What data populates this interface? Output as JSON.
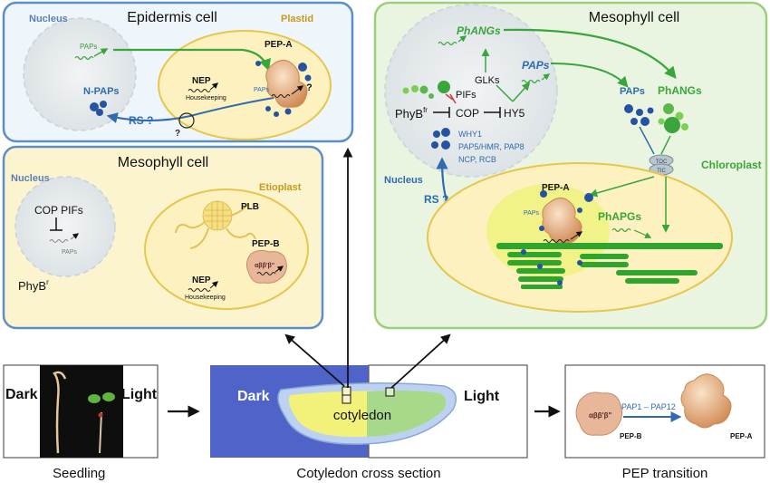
{
  "epidermis": {
    "title": "Epidermis cell",
    "nucleus": "Nucleus",
    "plastid": "Plastid",
    "paps": "PAPs",
    "npaps": "N-PAPs",
    "nep": "NEP",
    "housekeeping": "Housekeeping",
    "paps_inner": "PAPs",
    "pepa": "PEP-A",
    "rs": "RS ?",
    "q1": "?",
    "q2": "?"
  },
  "mesodark": {
    "title": "Mesophyll cell",
    "nucleus": "Nucleus",
    "etioplast": "Etioplast",
    "cop_pifs": "COP PIFs",
    "paps": "PAPs",
    "phyb": "PhyB",
    "phyb_sup": "r",
    "plb": "PLB",
    "pepb": "PEP-B",
    "abb": "αββ'β\"",
    "nep": "NEP",
    "housekeeping": "Housekeeping"
  },
  "mesolight": {
    "title": "Mesophyll cell",
    "phangs": "PhANGs",
    "glks": "GLKs",
    "paps_nuc": "PAPs",
    "pifs": "PIFs",
    "phyb": "PhyB",
    "phyb_sup": "fr",
    "cop": "COP",
    "hy5": "HY5",
    "why1": "WHY1",
    "pap5": "PAP5/HMR, PAP8",
    "ncp": "NCP, RCB",
    "nucleus": "Nucleus",
    "rs": "RS ?",
    "q": "?",
    "paps_cyto": "PAPs",
    "phangs_cyto": "PhANGs",
    "toc": "TOC",
    "tic": "TIC",
    "chloroplast": "Chloroplast",
    "pepa": "PEP-A",
    "paps_plastid": "PAPs",
    "phapgs": "PhAPGs"
  },
  "bottom": {
    "dark": "Dark",
    "light": "Light",
    "seedling": "Seedling",
    "cs_dark": "Dark",
    "cs_light": "Light",
    "cotyledon": "cotyledon",
    "cs_caption": "Cotyledon cross section",
    "abb": "αββ'β\"",
    "pap_range": "PAP1 – PAP12",
    "pepb": "PEP-B",
    "pepa": "PEP-A",
    "pep_caption": "PEP transition"
  }
}
